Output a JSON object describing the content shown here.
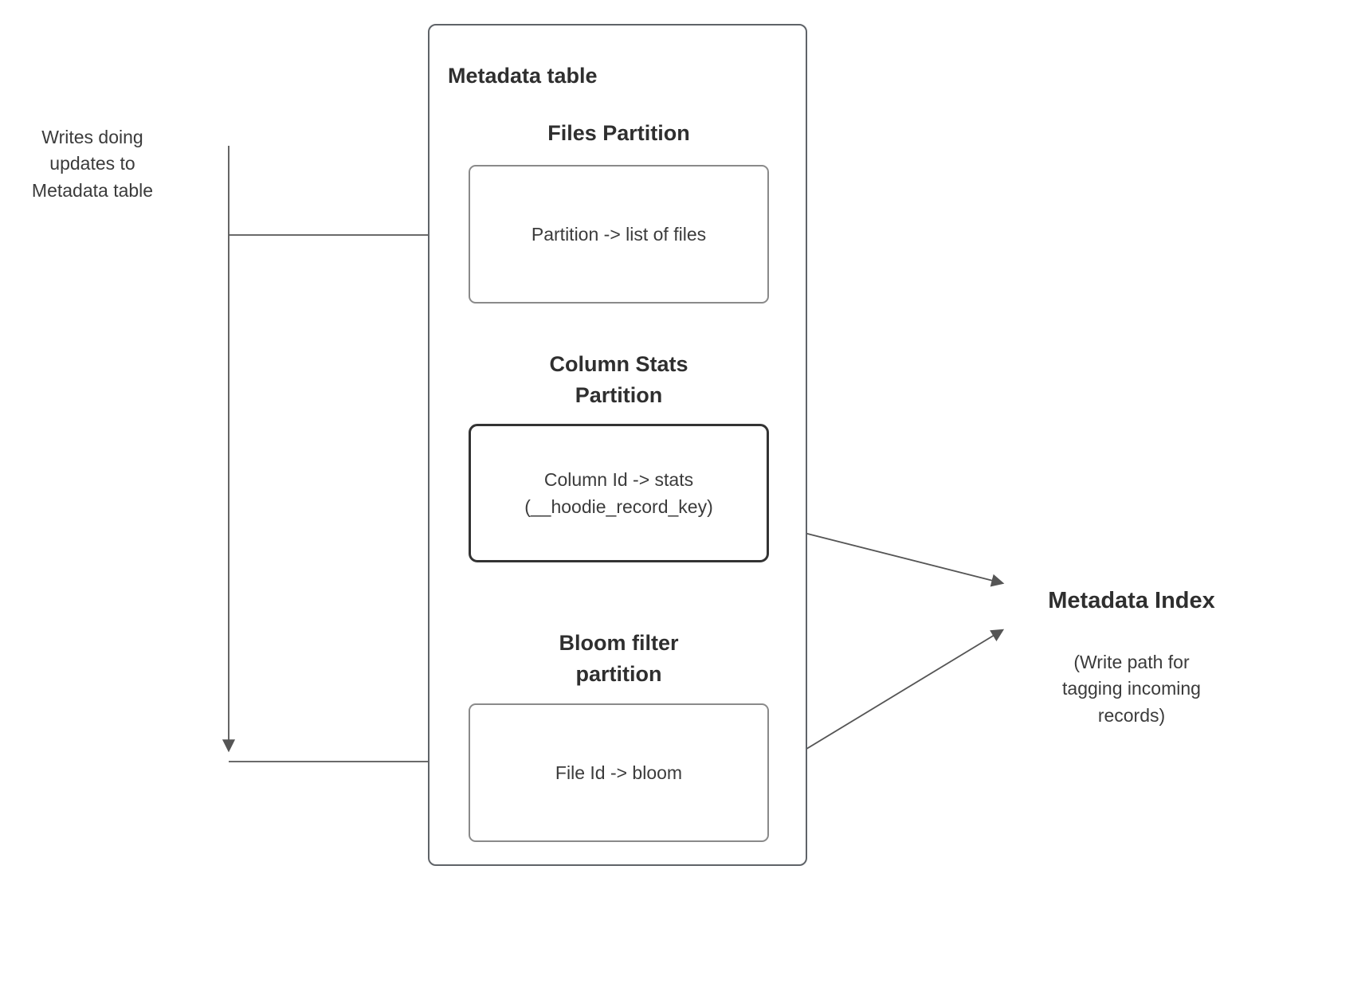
{
  "diagram": {
    "left_annotation": "Writes doing\nupdates to\nMetadata table",
    "container": {
      "title": "Metadata table",
      "sections": [
        {
          "heading": "Files Partition",
          "box_text": "Partition -> list of files"
        },
        {
          "heading": "Column Stats\nPartition",
          "box_text": "Column Id  -> stats\n(__hoodie_record_key)"
        },
        {
          "heading": "Bloom filter\npartition",
          "box_text": "File Id -> bloom"
        }
      ]
    },
    "right": {
      "title": "Metadata Index",
      "subtitle": "(Write path for\ntagging incoming\nrecords)"
    },
    "colors": {
      "line": "#555555",
      "container_border": "#5f6368",
      "inner_border": "#8a8a8a",
      "emphasis_border": "#333333",
      "text": "#333333"
    }
  }
}
